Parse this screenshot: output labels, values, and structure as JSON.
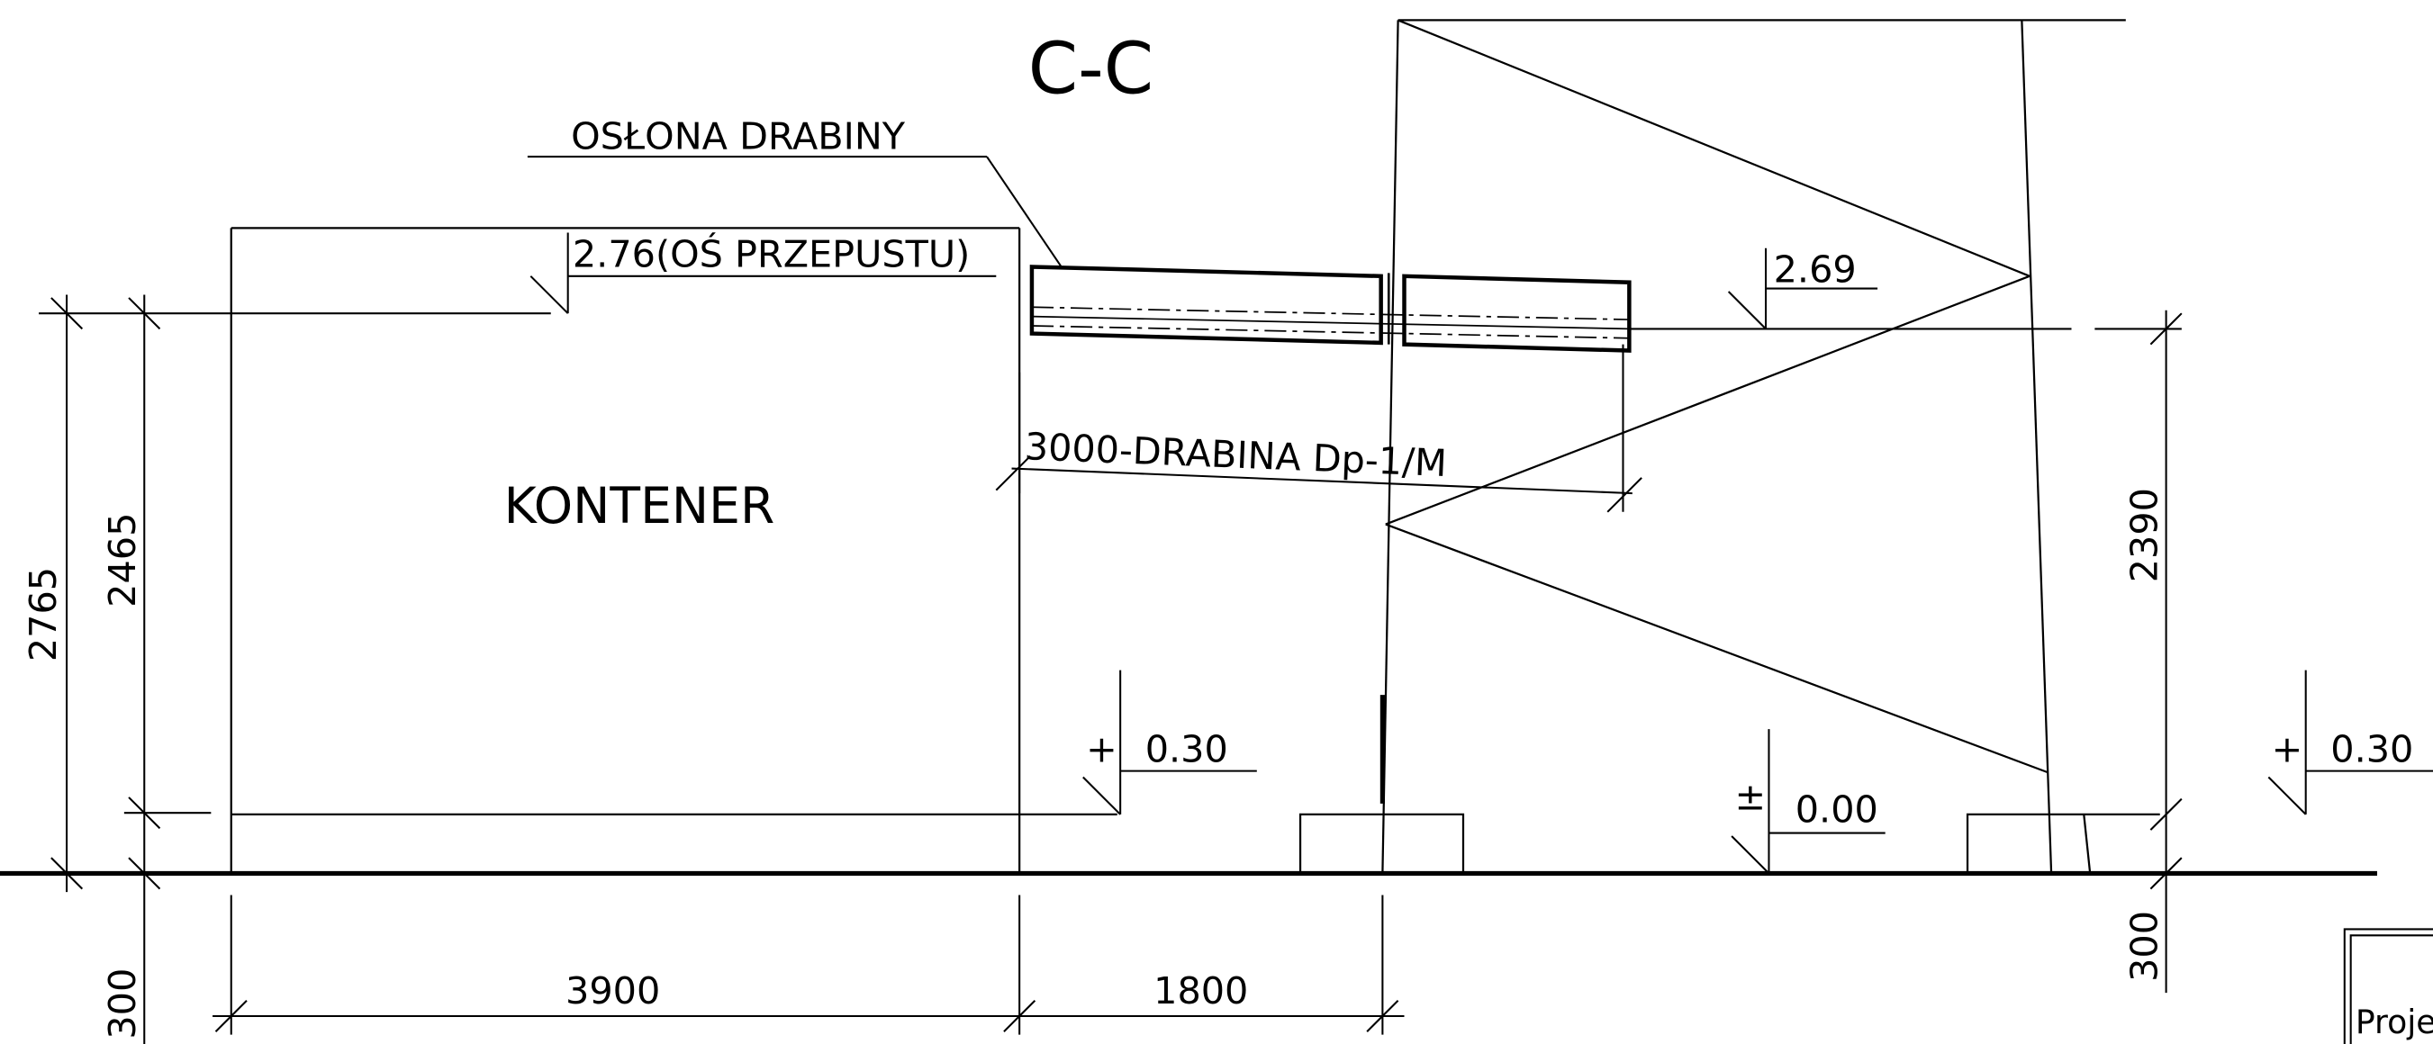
{
  "title": "C-C",
  "labels": {
    "ladder_guard": "OSŁONA DRABINY",
    "culvert_axis": "2.76(OŚ PRZEPUSTU)",
    "level_right": "2.69",
    "ladder": "3000-DRABINA Dp-1/M",
    "container": "KONTENER",
    "level_mid": "0.30",
    "level_zero": "0.00",
    "level_far_right": "0.30",
    "title_block": "Proje"
  },
  "symbols": {
    "plus": "+",
    "plus_minus": "±"
  },
  "dimensions": {
    "total_height": "2765",
    "container_height": "2465",
    "foundation_left": "300",
    "container_width": "3900",
    "gap_width": "1800",
    "right_height": "2390",
    "foundation_right": "300"
  }
}
